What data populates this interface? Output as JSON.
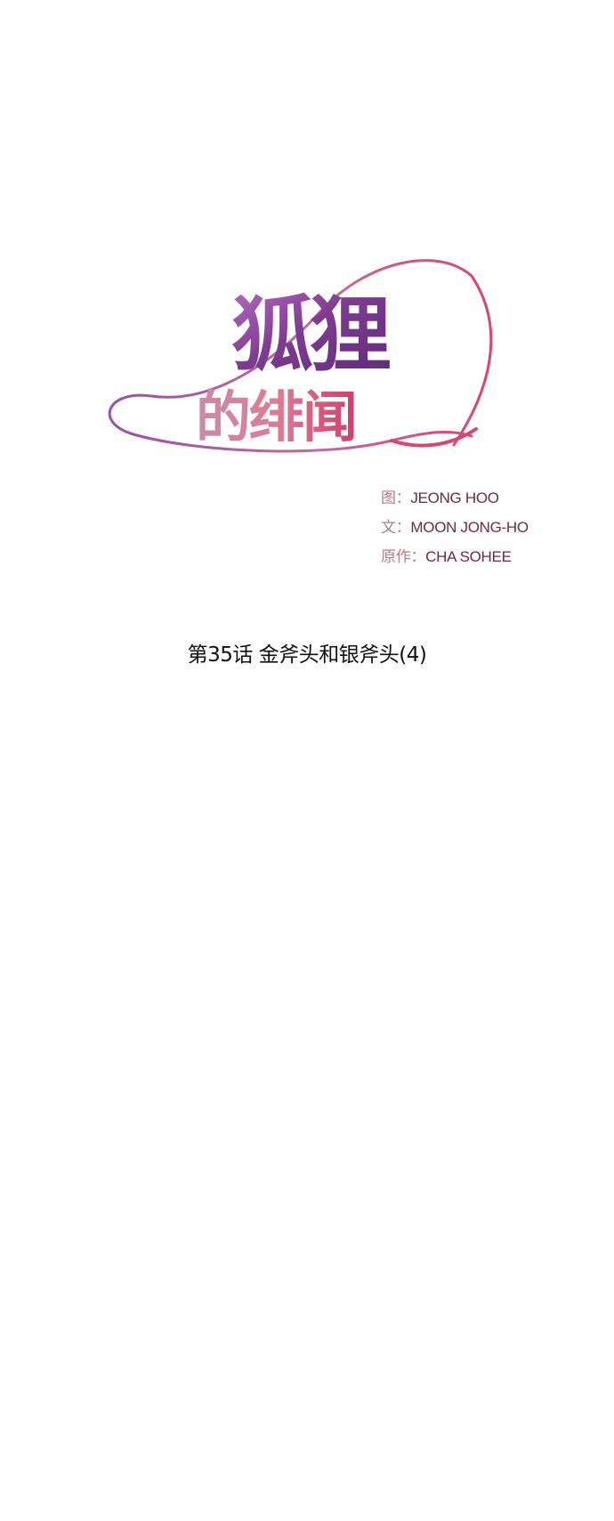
{
  "logo": {
    "title_line1": "狐狸",
    "title_line2": "的绯闻",
    "colors": {
      "purple": "#7d3c8f",
      "violet": "#9a4fa8",
      "pink": "#d85a7c",
      "rose": "#e07a95"
    }
  },
  "credits": {
    "art_label": "图：",
    "art_name": "JEONG HOO",
    "story_label": "文：",
    "story_name": "MOON JONG-HO",
    "original_label": "原作：",
    "original_name": "CHA SOHEE"
  },
  "chapter": {
    "title": "第35话 金斧头和银斧头(4)"
  }
}
